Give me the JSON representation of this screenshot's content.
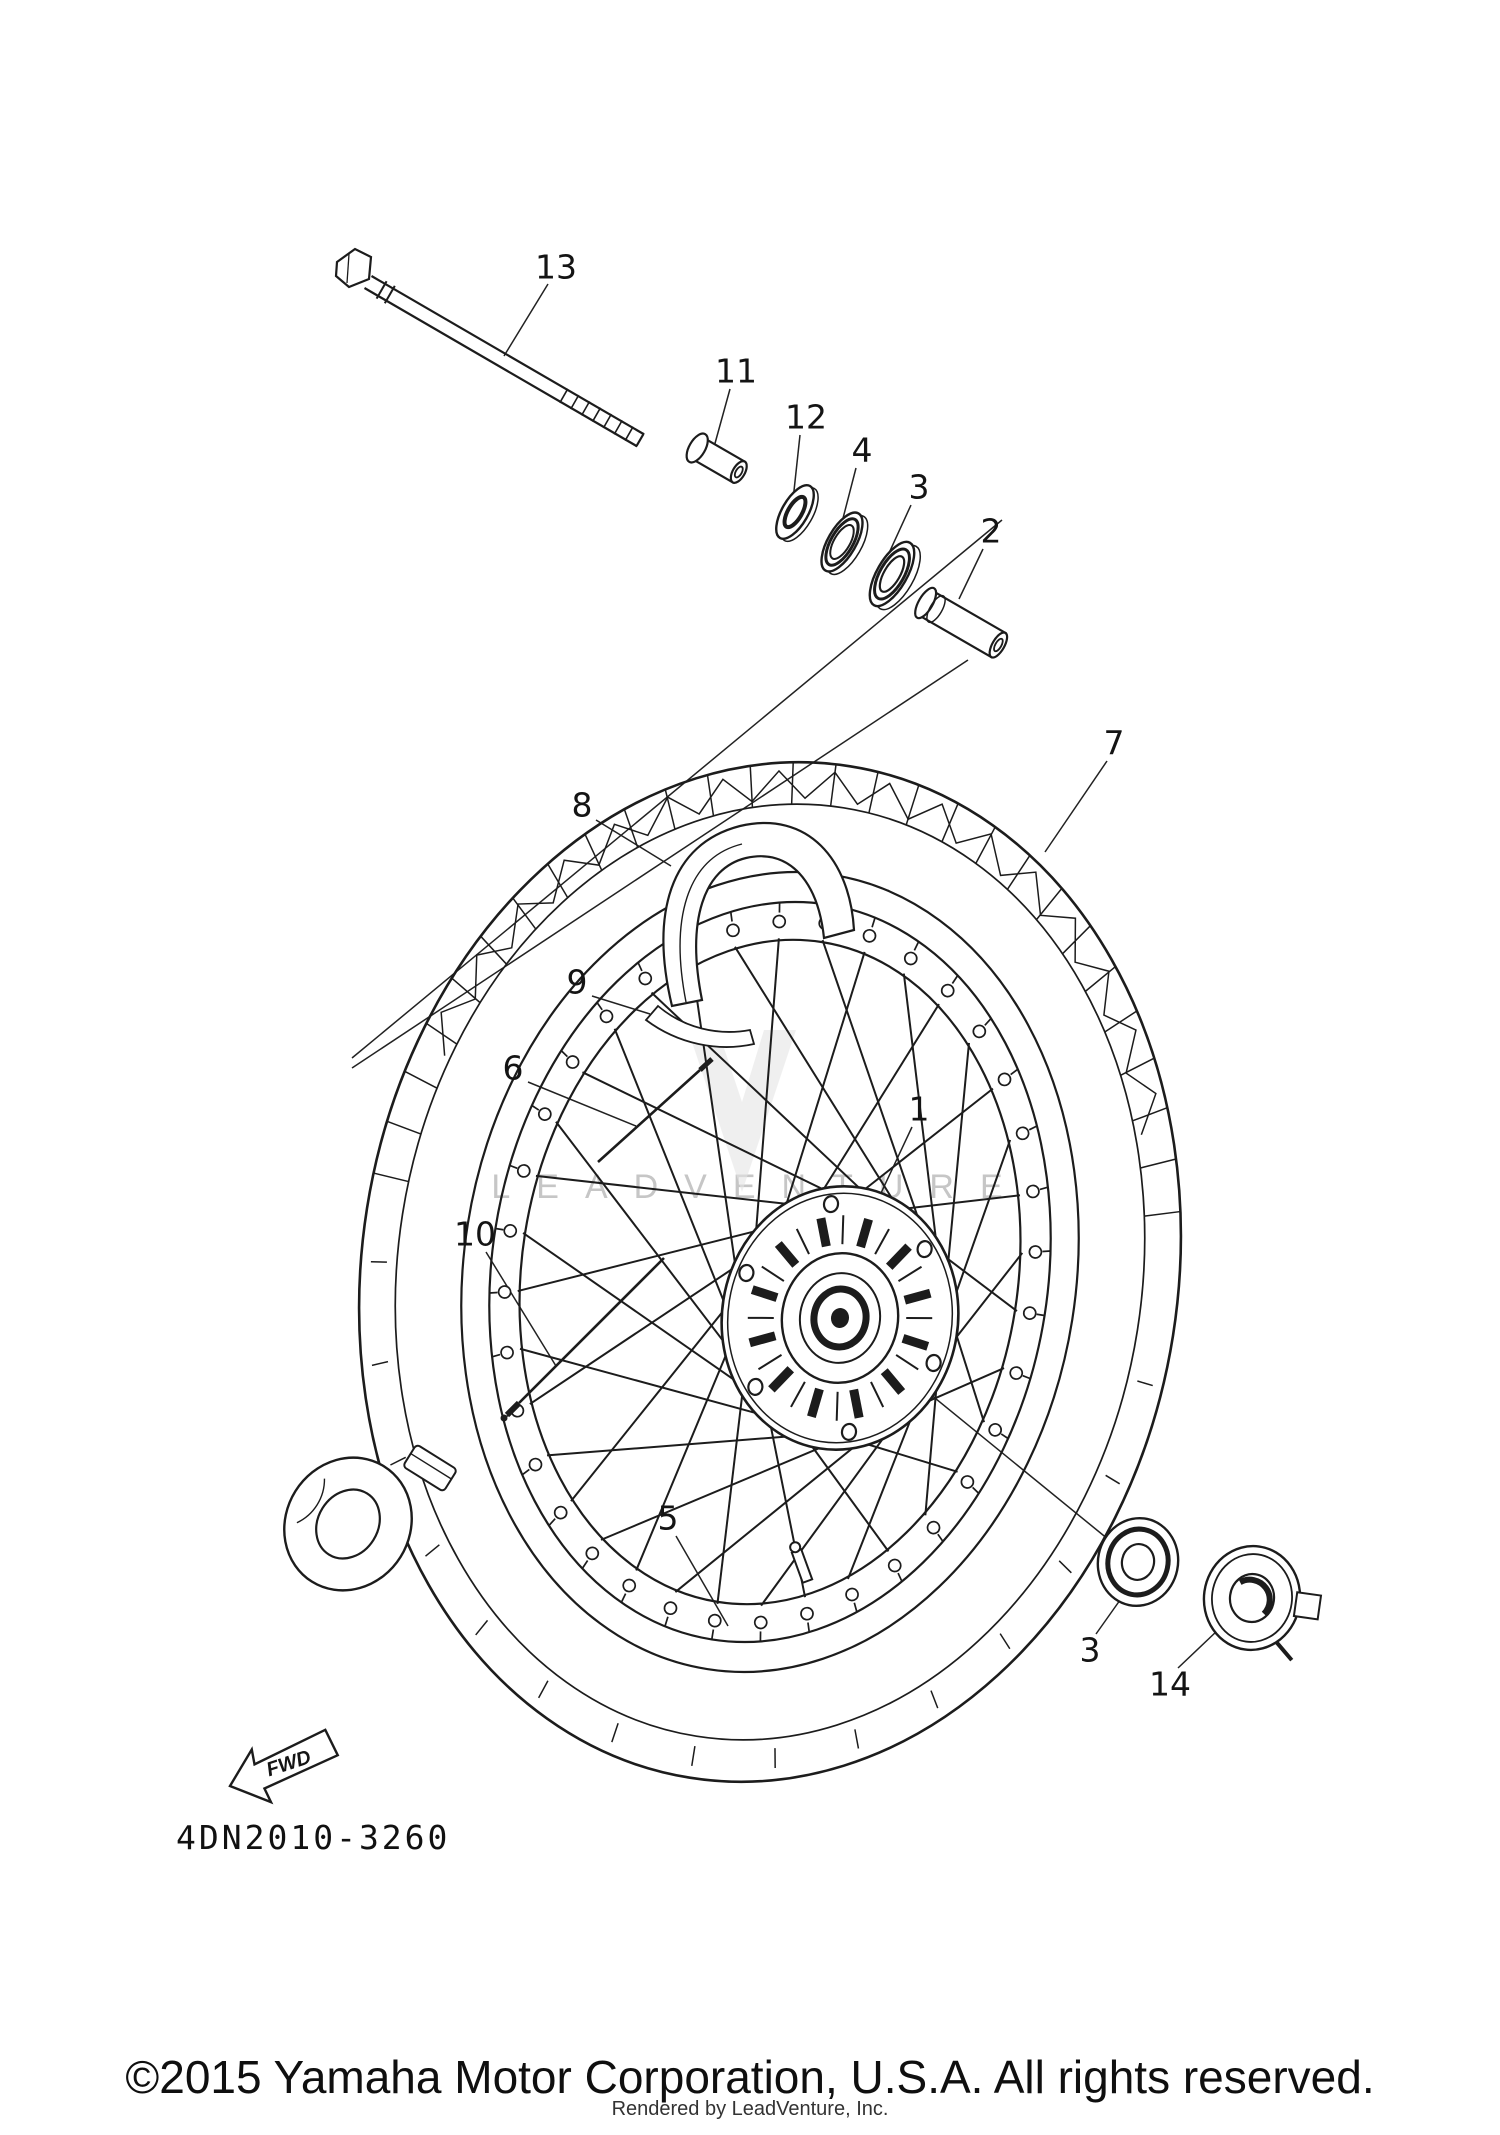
{
  "diagram": {
    "callouts": [
      "13",
      "11",
      "12",
      "4",
      "3",
      "2",
      "7",
      "8",
      "9",
      "6",
      "1",
      "10",
      "5",
      "3",
      "14"
    ],
    "part_code": "4DN2010-3260",
    "fwd_label": "FWD",
    "watermark": "LEADVENTURE",
    "footer": {
      "copyright": "©2015 Yamaha Motor Corporation, U.S.A. All rights reserved.",
      "rendered_by": "Rendered by LeadVenture, Inc."
    },
    "colors": {
      "line": "#1c1c1c",
      "watermark": "#c6c6c6"
    }
  }
}
